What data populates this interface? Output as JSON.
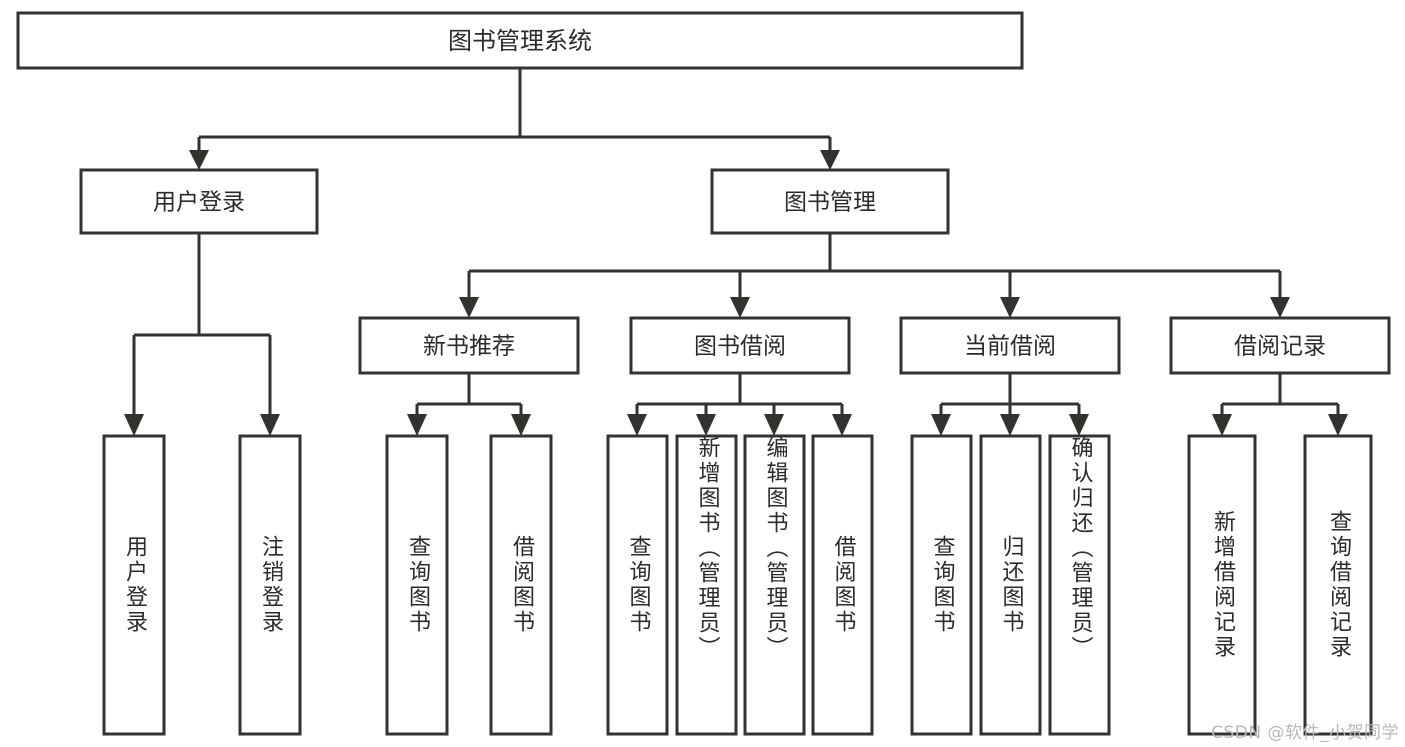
{
  "diagram": {
    "title": "图书管理系统",
    "type": "tree-hierarchy",
    "watermark": "CSDN @软件_小贺同学",
    "colors": {
      "stroke": "#33322f",
      "fill": "#ffffff",
      "text": "#2b2b2b",
      "watermark": "#b8b8b8"
    },
    "root": {
      "label": "图书管理系统"
    },
    "level2": [
      {
        "label": "用户登录"
      },
      {
        "label": "图书管理"
      }
    ],
    "level3": [
      {
        "label": "新书推荐"
      },
      {
        "label": "图书借阅"
      },
      {
        "label": "当前借阅"
      },
      {
        "label": "借阅记录"
      }
    ],
    "leaves": {
      "user_login": [
        {
          "label": "用户登录"
        },
        {
          "label": "注销登录"
        }
      ],
      "new_book_recommend": [
        {
          "label": "查询图书"
        },
        {
          "label": "借阅图书"
        }
      ],
      "book_borrow": [
        {
          "label": "查询图书"
        },
        {
          "label": "新增图书（管理员）"
        },
        {
          "label": "编辑图书（管理员）"
        },
        {
          "label": "借阅图书"
        }
      ],
      "current_borrow": [
        {
          "label": "查询图书"
        },
        {
          "label": "归还图书"
        },
        {
          "label": "确认归还（管理员）"
        }
      ],
      "borrow_records": [
        {
          "label": "新增借阅记录"
        },
        {
          "label": "查询借阅记录"
        }
      ]
    }
  }
}
